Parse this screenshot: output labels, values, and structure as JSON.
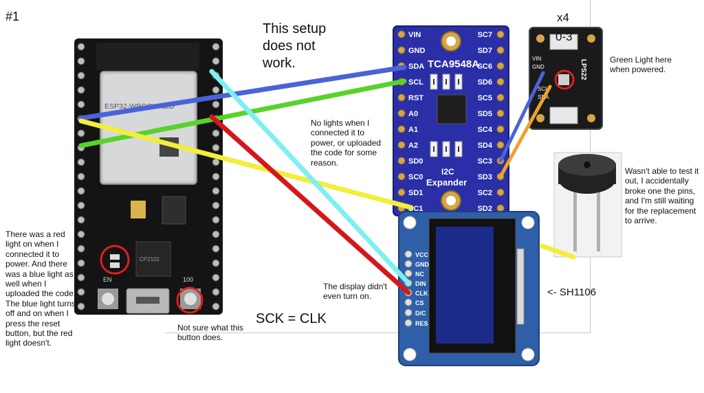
{
  "diagram": {
    "id_label": "#1",
    "setup_note": "This setup does not work.",
    "sck_note": "SCK = CLK",
    "display_label": "<- SH1106",
    "count_label": "x4",
    "range_label": "0-3"
  },
  "esp32": {
    "module_label": "ESP32-WROOM-32D",
    "chip_label": "CP2102",
    "en_label": "EN",
    "boot_label": "100",
    "note_red_light": "There was a red light on when I connected it to power. And there was a blue light as well when I uploaded the code. The blue light turns off and on when I press the reset button, but the red light doesn't.",
    "note_button": "Not sure what this button does."
  },
  "expander": {
    "title": "TCA9548A",
    "subtitle_1": "I2C",
    "subtitle_2": "Expander",
    "left_pins": [
      "VIN",
      "GND",
      "SDA",
      "SCL",
      "RST",
      "A0",
      "A1",
      "A2",
      "SD0",
      "SC0",
      "SD1",
      "SC1"
    ],
    "right_pins": [
      "SC7",
      "SD7",
      "SC6",
      "SD6",
      "SC5",
      "SD5",
      "SC4",
      "SD4",
      "SC3",
      "SD3",
      "SC2",
      "SD2"
    ],
    "note": "No lights when I connected it to power, or uploaded the code for some reason."
  },
  "sensor": {
    "title": "LPS22",
    "pins": [
      "VIN",
      "GND",
      "SCL",
      "SDA"
    ],
    "note": "Green Light here when powered."
  },
  "buzzer": {
    "note": "Wasn't able to test it out, I accidentally broke one the pins, and I'm still waiting for the replacement to arrive."
  },
  "oled": {
    "pins": [
      "VCC",
      "GND",
      "NC",
      "DIN",
      "CLK",
      "CS",
      "D/C",
      "RES"
    ],
    "note": "The display didn't even turn on."
  },
  "colors": {
    "board_black": "#141414",
    "tca_blue": "#2a2fa8",
    "wire_blue": "#4a63d6",
    "wire_green": "#58d22a",
    "wire_yellow": "#f2ee3a",
    "wire_red": "#d5171b",
    "wire_cyan": "#7cf0f2",
    "wire_orange": "#f0a030",
    "circle_red": "#e01f1f"
  }
}
